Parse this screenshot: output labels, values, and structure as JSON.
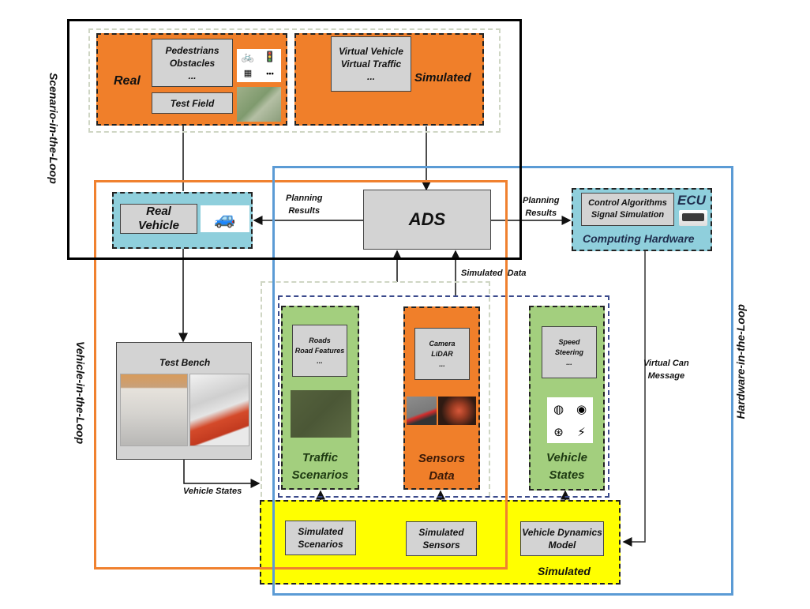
{
  "loops": {
    "scenario": "Scenario-in-the-Loop",
    "vehicle": "Vehicle-in-the-Loop",
    "hardware": "Hardware-in-the-Loop"
  },
  "colors": {
    "scenario_border": "#000000",
    "vehicle_border": "#f0812f",
    "hardware_border": "#5b9bd5",
    "orange_fill": "#f07f2a",
    "green_fill": "#a3cf7e",
    "teal_fill": "#8fcfdc",
    "yellow_fill": "#ffff00",
    "gray_fill": "#d3d3d3"
  },
  "scenario": {
    "real": {
      "label": "Real",
      "objects_lines": [
        "Pedestrians",
        "Obstacles",
        "..."
      ],
      "icons": [
        "cyclist-icon",
        "traffic-light-icon",
        "barrier-icon",
        "more-icon"
      ],
      "more_glyph": "•••",
      "test_field": "Test Field"
    },
    "simulated": {
      "label": "Simulated",
      "objects_lines": [
        "Virtual Vehicle",
        "Virtual Traffic",
        "..."
      ]
    }
  },
  "real_vehicle": {
    "line1": "Real",
    "line2": "Vehicle"
  },
  "ads": {
    "label": "ADS"
  },
  "ecu": {
    "lines": [
      "Control Algorithms",
      "Signal Simulation"
    ],
    "badge": "ECU",
    "caption": "Computing Hardware"
  },
  "edges": {
    "planning_left": [
      "Planning",
      "Results"
    ],
    "planning_right": [
      "Planning",
      "Results"
    ],
    "simulated_data": "Simulated  Data",
    "virtual_can": [
      "Virtual Can",
      "Message"
    ],
    "vehicle_states": "Vehicle States"
  },
  "test_bench": {
    "title": "Test Bench"
  },
  "traffic_scenarios": {
    "items": [
      "Roads",
      "Road Features",
      "..."
    ],
    "title_lines": [
      "Traffic",
      "Scenarios"
    ]
  },
  "sensors_data": {
    "items": [
      "Camera",
      "LiDAR",
      "..."
    ],
    "title_lines": [
      "Sensors",
      "Data"
    ]
  },
  "vehicle_states": {
    "items": [
      "Speed",
      "Steering",
      "..."
    ],
    "icons": [
      "steering-wheel-icon",
      "turbo-icon",
      "brake-disc-icon",
      "engine-icon"
    ],
    "title_lines": [
      "Vehicle",
      "States"
    ]
  },
  "simulated_bottom": {
    "label": "Simulated",
    "scenarios": [
      "Simulated",
      "Scenarios"
    ],
    "sensors": [
      "Simulated",
      "Sensors"
    ],
    "dynamics": [
      "Vehicle Dynamics",
      "Model"
    ]
  }
}
